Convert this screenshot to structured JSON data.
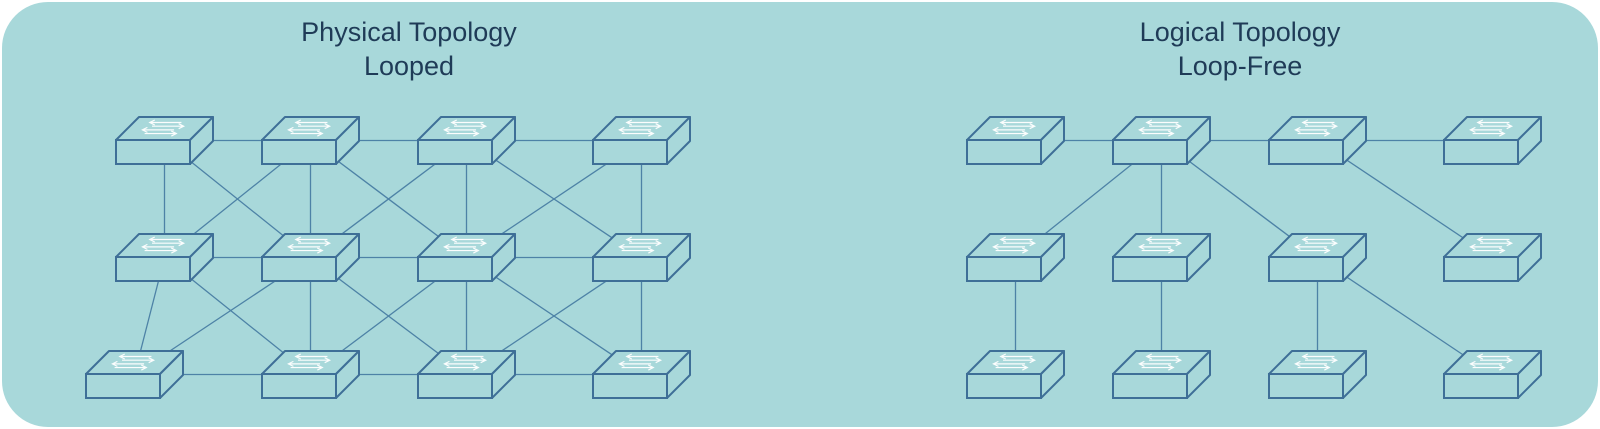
{
  "colors": {
    "background": "#a8d8da",
    "switch_face": "#a8d8da",
    "switch_outline": "#3e6f97",
    "link": "#4d82a6",
    "title_text": "#1f3b57"
  },
  "physical": {
    "title_line1": "Physical Topology",
    "title_line2": "Looped"
  },
  "logical": {
    "title_line1": "Logical Topology",
    "title_line2": "Loop-Free"
  },
  "icons": {
    "switch": "network-switch-icon"
  }
}
